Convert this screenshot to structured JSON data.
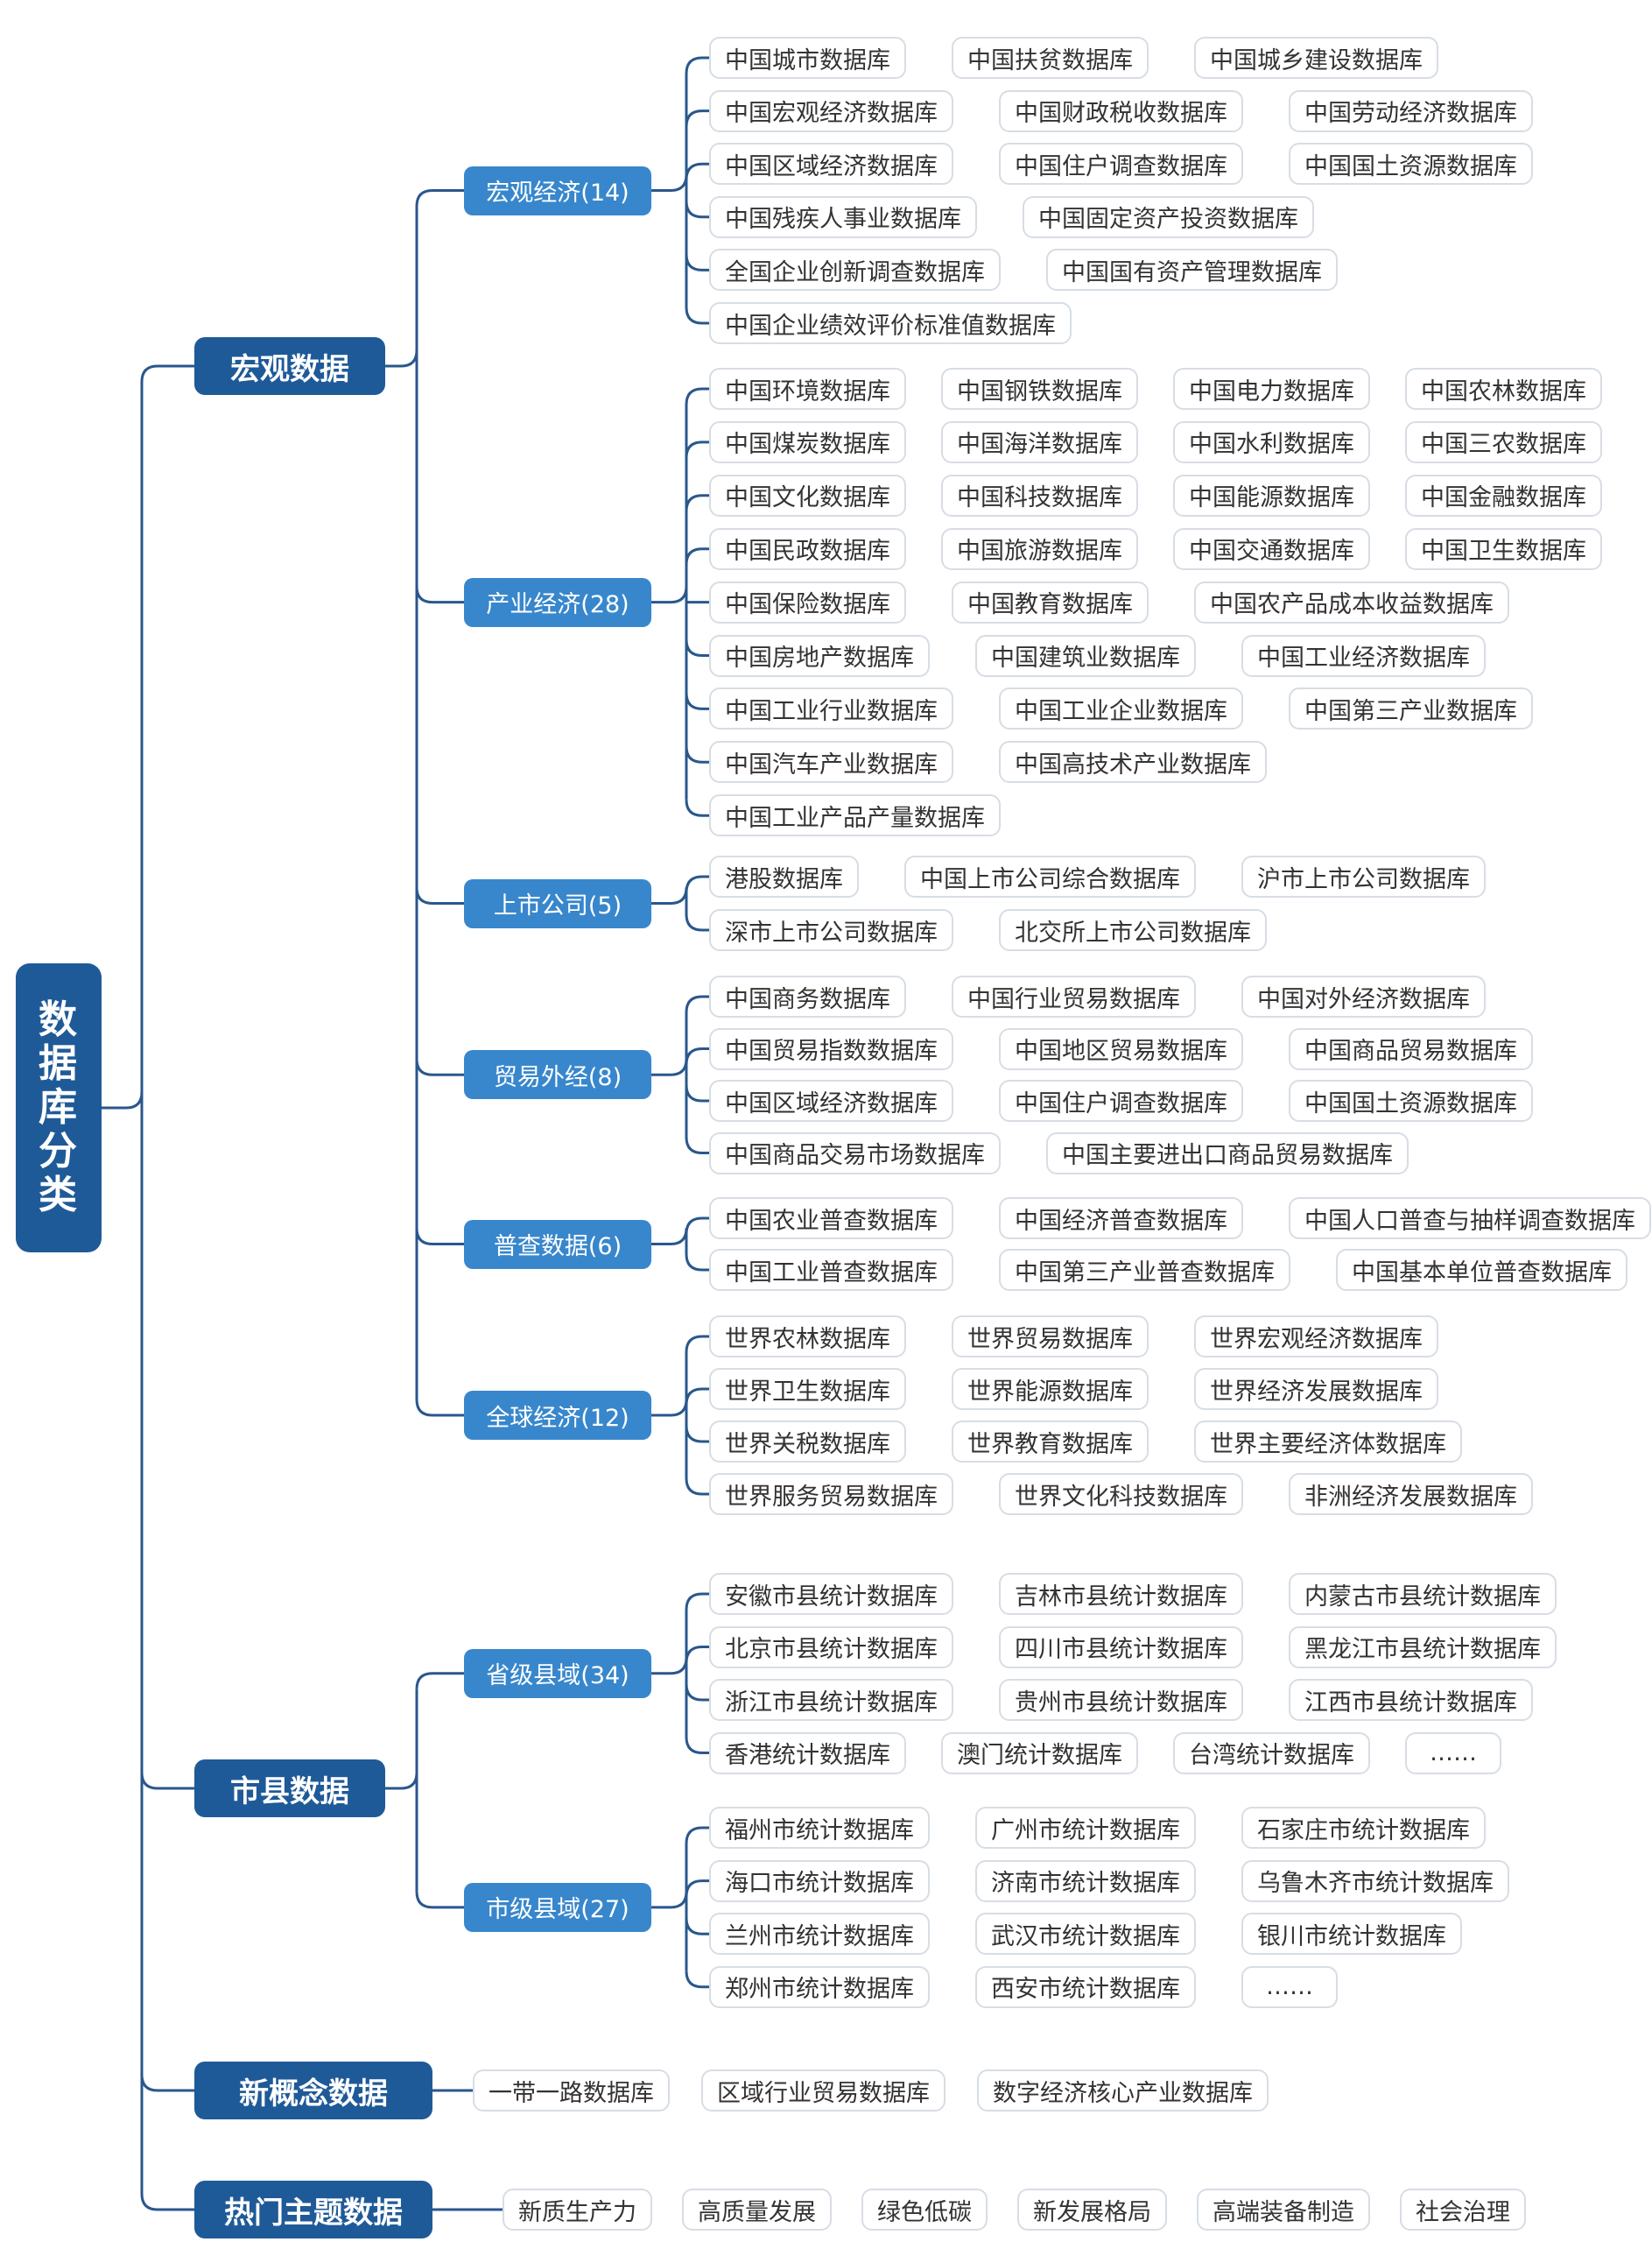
{
  "root": {
    "label": "数据库分类",
    "chars": [
      "数",
      "据",
      "库",
      "分",
      "类"
    ]
  },
  "colors": {
    "primary": "#1f5a98",
    "secondary": "#3887cc",
    "line": "#2a578c",
    "leaf_border": "#d7dde4"
  },
  "categories": [
    {
      "label": "宏观数据",
      "subs": [
        {
          "label": "宏观经济(14)",
          "rows": [
            [
              "中国城市数据库",
              "中国扶贫数据库",
              "中国城乡建设数据库"
            ],
            [
              "中国宏观经济数据库",
              "中国财政税收数据库",
              "中国劳动经济数据库"
            ],
            [
              "中国区域经济数据库",
              "中国住户调查数据库",
              "中国国土资源数据库"
            ],
            [
              "中国残疾人事业数据库",
              "中国固定资产投资数据库"
            ],
            [
              "全国企业创新调查数据库",
              "中国国有资产管理数据库"
            ],
            [
              "中国企业绩效评价标准值数据库"
            ]
          ]
        },
        {
          "label": "产业经济(28)",
          "rows": [
            [
              "中国环境数据库",
              "中国钢铁数据库",
              "中国电力数据库",
              "中国农林数据库"
            ],
            [
              "中国煤炭数据库",
              "中国海洋数据库",
              "中国水利数据库",
              "中国三农数据库"
            ],
            [
              "中国文化数据库",
              "中国科技数据库",
              "中国能源数据库",
              "中国金融数据库"
            ],
            [
              "中国民政数据库",
              "中国旅游数据库",
              "中国交通数据库",
              "中国卫生数据库"
            ],
            [
              "中国保险数据库",
              "中国教育数据库",
              "中国农产品成本收益数据库"
            ],
            [
              "中国房地产数据库",
              "中国建筑业数据库",
              "中国工业经济数据库"
            ],
            [
              "中国工业行业数据库",
              "中国工业企业数据库",
              "中国第三产业数据库"
            ],
            [
              "中国汽车产业数据库",
              "中国高技术产业数据库"
            ],
            [
              "中国工业产品产量数据库"
            ]
          ]
        },
        {
          "label": "上市公司(5)",
          "rows": [
            [
              "港股数据库",
              "中国上市公司综合数据库",
              "沪市上市公司数据库"
            ],
            [
              "深市上市公司数据库",
              "北交所上市公司数据库"
            ]
          ]
        },
        {
          "label": "贸易外经(8)",
          "rows": [
            [
              "中国商务数据库",
              "中国行业贸易数据库",
              "中国对外经济数据库"
            ],
            [
              "中国贸易指数数据库",
              "中国地区贸易数据库",
              "中国商品贸易数据库"
            ],
            [
              "中国区域经济数据库",
              "中国住户调查数据库",
              "中国国土资源数据库"
            ],
            [
              "中国商品交易市场数据库",
              "中国主要进出口商品贸易数据库"
            ]
          ]
        },
        {
          "label": "普查数据(6)",
          "rows": [
            [
              "中国农业普查数据库",
              "中国经济普查数据库",
              "中国人口普查与抽样调查数据库"
            ],
            [
              "中国工业普查数据库",
              "中国第三产业普查数据库",
              "中国基本单位普查数据库"
            ]
          ]
        },
        {
          "label": "全球经济(12)",
          "rows": [
            [
              "世界农林数据库",
              "世界贸易数据库",
              "世界宏观经济数据库"
            ],
            [
              "世界卫生数据库",
              "世界能源数据库",
              "世界经济发展数据库"
            ],
            [
              "世界关税数据库",
              "世界教育数据库",
              "世界主要经济体数据库"
            ],
            [
              "世界服务贸易数据库",
              "世界文化科技数据库",
              "非洲经济发展数据库"
            ]
          ]
        }
      ]
    },
    {
      "label": "市县数据",
      "subs": [
        {
          "label": "省级县域(34)",
          "rows": [
            [
              "安徽市县统计数据库",
              "吉林市县统计数据库",
              "内蒙古市县统计数据库"
            ],
            [
              "北京市县统计数据库",
              "四川市县统计数据库",
              "黑龙江市县统计数据库"
            ],
            [
              "浙江市县统计数据库",
              "贵州市县统计数据库",
              "江西市县统计数据库"
            ],
            [
              "香港统计数据库",
              "澳门统计数据库",
              "台湾统计数据库",
              "……"
            ]
          ]
        },
        {
          "label": "市级县域(27)",
          "rows": [
            [
              "福州市统计数据库",
              "广州市统计数据库",
              "石家庄市统计数据库"
            ],
            [
              "海口市统计数据库",
              "济南市统计数据库",
              "乌鲁木齐市统计数据库"
            ],
            [
              "兰州市统计数据库",
              "武汉市统计数据库",
              "银川市统计数据库"
            ],
            [
              "郑州市统计数据库",
              "西安市统计数据库",
              "……"
            ]
          ]
        }
      ]
    },
    {
      "label": "新概念数据",
      "leaves": [
        "一带一路数据库",
        "区域行业贸易数据库",
        "数字经济核心产业数据库"
      ]
    },
    {
      "label": "热门主题数据",
      "leaves": [
        "新质生产力",
        "高质量发展",
        "绿色低碳",
        "新发展格局",
        "高端装备制造",
        "社会治理"
      ]
    }
  ]
}
